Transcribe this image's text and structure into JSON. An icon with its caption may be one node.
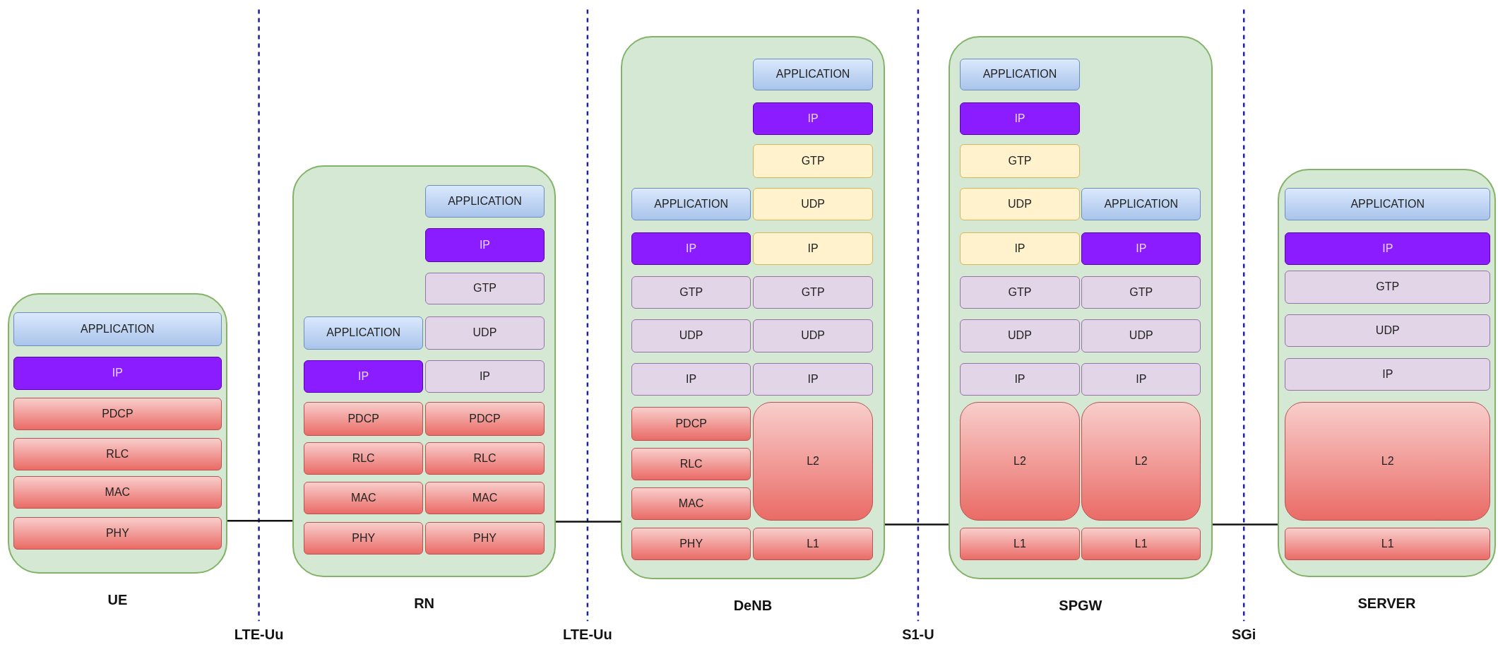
{
  "diagram": {
    "nodes": [
      {
        "text": [
          "UE"
        ]
      },
      {
        "text": [
          "APPLICATION"
        ],
        "in": 0
      },
      {
        "text": [
          "IP"
        ],
        "in": 0
      },
      {
        "text": [
          "PDCP"
        ],
        "in": 0
      },
      {
        "text": [
          "RLC"
        ],
        "in": 0
      },
      {
        "text": [
          "MAC"
        ],
        "in": 0
      },
      {
        "text": [
          "PHY"
        ],
        "in": 0
      },
      {
        "text": [
          "RN"
        ]
      },
      {
        "text": [
          "APPLICATION"
        ],
        "in": 7
      },
      {
        "text": [
          "IP"
        ],
        "in": 7
      },
      {
        "text": [
          "GTP"
        ],
        "in": 7
      },
      {
        "text": [
          "APPLICATION"
        ],
        "in": 7
      },
      {
        "text": [
          "UDP"
        ],
        "in": 7
      },
      {
        "text": [
          "IP"
        ],
        "in": 7
      },
      {
        "text": [
          "IP"
        ],
        "in": 7
      },
      {
        "text": [
          "PDCP"
        ],
        "in": 7
      },
      {
        "text": [
          "PDCP"
        ],
        "in": 7
      },
      {
        "text": [
          "RLC"
        ],
        "in": 7
      },
      {
        "text": [
          "RLC"
        ],
        "in": 7
      },
      {
        "text": [
          "MAC"
        ],
        "in": 7
      },
      {
        "text": [
          "MAC"
        ],
        "in": 7
      },
      {
        "text": [
          "PHY"
        ],
        "in": 7
      },
      {
        "text": [
          "PHY"
        ],
        "in": 7
      },
      {
        "text": [
          "DeNB"
        ]
      },
      {
        "text": [
          "APPLICATION"
        ],
        "in": 23
      },
      {
        "text": [
          "IP"
        ],
        "in": 23
      },
      {
        "text": [
          "GTP"
        ],
        "in": 23
      },
      {
        "text": [
          "APPLICATION"
        ],
        "in": 23
      },
      {
        "text": [
          "UDP"
        ],
        "in": 23
      },
      {
        "text": [
          "IP"
        ],
        "in": 23
      },
      {
        "text": [
          "IP"
        ],
        "in": 23
      },
      {
        "text": [
          "GTP"
        ],
        "in": 23
      },
      {
        "text": [
          "GTP"
        ],
        "in": 23
      },
      {
        "text": [
          "UDP"
        ],
        "in": 23
      },
      {
        "text": [
          "UDP"
        ],
        "in": 23
      },
      {
        "text": [
          "IP"
        ],
        "in": 23
      },
      {
        "text": [
          "IP"
        ],
        "in": 23
      },
      {
        "text": [
          "PDCP"
        ],
        "in": 23
      },
      {
        "text": [
          "L2"
        ],
        "in": 23
      },
      {
        "text": [
          "RLC"
        ],
        "in": 23
      },
      {
        "text": [
          "MAC"
        ],
        "in": 23
      },
      {
        "text": [
          "PHY"
        ],
        "in": 23
      },
      {
        "text": [
          "L1"
        ],
        "in": 23
      },
      {
        "text": [
          "SPGW"
        ]
      },
      {
        "text": [
          "APPLICATION"
        ],
        "in": 43
      },
      {
        "text": [
          "IP"
        ],
        "in": 43
      },
      {
        "text": [
          "GTP"
        ],
        "in": 43
      },
      {
        "text": [
          "UDP"
        ],
        "in": 43
      },
      {
        "text": [
          "APPLICATION"
        ],
        "in": 43
      },
      {
        "text": [
          "IP"
        ],
        "in": 43
      },
      {
        "text": [
          "IP"
        ],
        "in": 43
      },
      {
        "text": [
          "GTP"
        ],
        "in": 43
      },
      {
        "text": [
          "GTP"
        ],
        "in": 43
      },
      {
        "text": [
          "UDP"
        ],
        "in": 43
      },
      {
        "text": [
          "UDP"
        ],
        "in": 43
      },
      {
        "text": [
          "IP"
        ],
        "in": 43
      },
      {
        "text": [
          "IP"
        ],
        "in": 43
      },
      {
        "text": [
          "L2"
        ],
        "in": 43
      },
      {
        "text": [
          "L2"
        ],
        "in": 43
      },
      {
        "text": [
          "L1"
        ],
        "in": 43
      },
      {
        "text": [
          "L1"
        ],
        "in": 43
      },
      {
        "text": [
          "SERVER"
        ]
      },
      {
        "text": [
          "APPLICATION"
        ],
        "in": 61
      },
      {
        "text": [
          "IP"
        ],
        "in": 61
      },
      {
        "text": [
          "GTP"
        ],
        "in": 61
      },
      {
        "text": [
          "UDP"
        ],
        "in": 61
      },
      {
        "text": [
          "IP"
        ],
        "in": 61
      },
      {
        "text": [
          "L2"
        ],
        "in": 61
      },
      {
        "text": [
          "L1"
        ],
        "in": 61
      }
    ],
    "edges": [
      {
        "from": 0,
        "to": 7,
        "arrow": "none"
      },
      {
        "from": 7,
        "to": 23,
        "arrow": "none"
      },
      {
        "from": 23,
        "to": 43,
        "arrow": "none"
      },
      {
        "from": 43,
        "to": 61,
        "arrow": "none"
      }
    ],
    "labels": [
      "LTE-Uu",
      "LTE-Uu",
      "S1-U",
      "SGi"
    ]
  }
}
